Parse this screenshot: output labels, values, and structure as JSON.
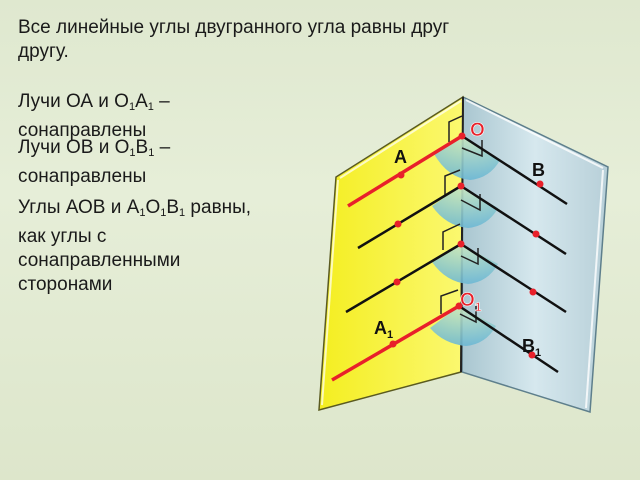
{
  "text": {
    "para1_line1": "Все линейные углы двугранного угла равны друг",
    "para1_line2": "другу.",
    "para2_line1_pre": "Лучи ОА и О",
    "para2_sub1": "1",
    "para2_mid": "А",
    "para2_sub2": "1",
    "para2_post": " –",
    "para2_line2": "сонаправлены",
    "para3_line1_pre": "Лучи ОВ и О",
    "para3_sub1": "1",
    "para3_mid": "В",
    "para3_sub2": "1",
    "para3_post": " –",
    "para3_line2": "сонаправлены",
    "para4_line1_pre": "Углы АОВ и А",
    "para4_sub1": "1",
    "para4_o": "О",
    "para4_sub2": "1",
    "para4_b": "В",
    "para4_sub3": "1",
    "para4_post": " равны,",
    "para4_line2": "как углы с",
    "para4_line3": "сонаправленными",
    "para4_line4": "сторонами"
  },
  "labels": {
    "O": "О",
    "A": "А",
    "B": "В",
    "O1": "О",
    "O1_sub": "1",
    "A1": "А",
    "A1_sub": "1",
    "B1": "В",
    "B1_sub": "1"
  },
  "colors": {
    "yellow_plane": "#f6f230",
    "blue_plane": "#c4dce4",
    "red_ray": "#e8202a",
    "black_ray": "#111111",
    "label_red": "#e8202a",
    "angle_arc": "#7fc8d8"
  }
}
